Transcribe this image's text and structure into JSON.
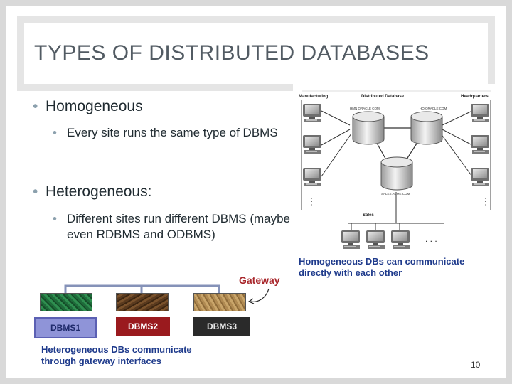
{
  "slide": {
    "title": "TYPES OF DISTRIBUTED DATABASES",
    "bullets": {
      "homogeneous": "Homogeneous",
      "homogeneous_sub": "Every site runs the same type of DBMS",
      "heterogeneous": "Heterogeneous:",
      "heterogeneous_sub": "Different sites run different DBMS (maybe even RDBMS and ODBMS)"
    },
    "bullet_glyph": "•",
    "page_number": "10"
  },
  "homogeneous_figure": {
    "labels": {
      "manufacturing": "Manufacturing",
      "distributed_database": "Distributed Database",
      "headquarters": "Headquarters",
      "sales": "Sales",
      "db_left": "HMN ORACLE COM",
      "db_right": "HQ ORACLE COM",
      "db_center": "SALES ACME COM",
      "ellipsis": ". . ."
    },
    "caption": "Homogeneous DBs can communicate directly with each other"
  },
  "heterogeneous_figure": {
    "gateway_label": "Gateway",
    "dbms": [
      "DBMS1",
      "DBMS2",
      "DBMS3"
    ],
    "caption": "Heterogeneous DBs communicate through gateway interfaces"
  },
  "colors": {
    "title": "#525b63",
    "caption": "#1f3b8c",
    "gateway": "#a8262b",
    "bullet": "#8ba0ad"
  }
}
